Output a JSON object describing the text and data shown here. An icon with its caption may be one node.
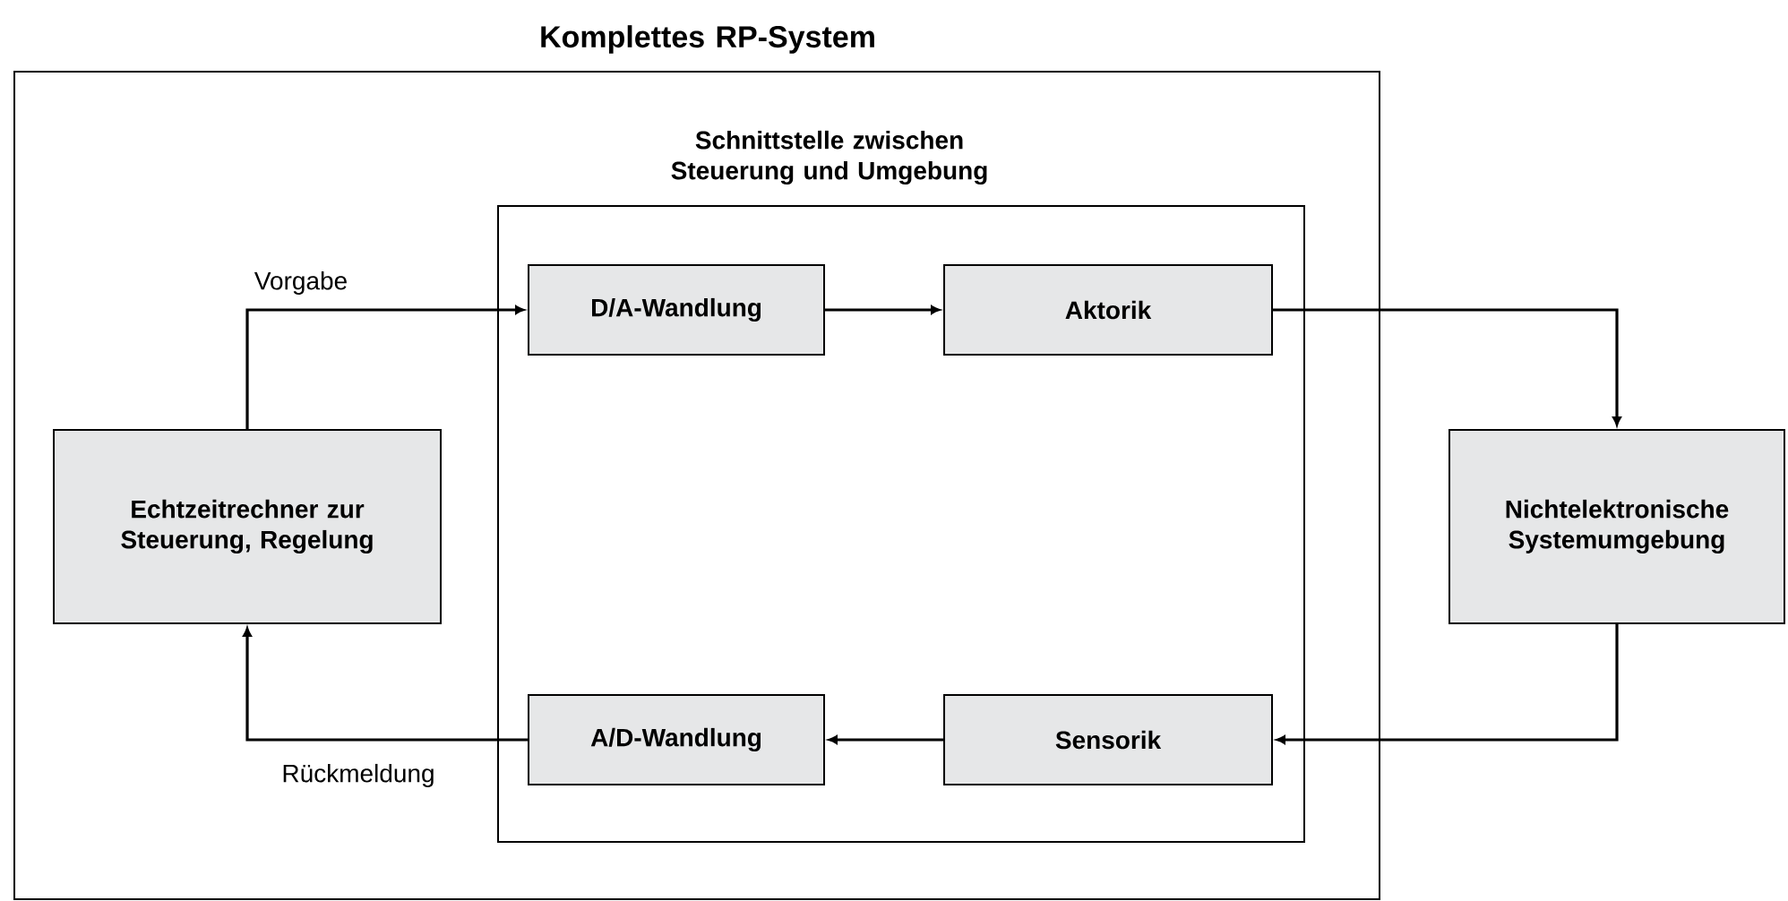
{
  "diagram": {
    "nodes": [
      {
        "text": [
          "Komplettes RP-System"
        ]
      },
      {
        "text": [
          "Schnittstelle zwischen Steuerung und Umgebung"
        ],
        "in": 0
      },
      {
        "text": [
          "Echtzeitrechner zur Steuerung, Regelung"
        ],
        "in": 0
      },
      {
        "text": [
          "D/A-Wandlung"
        ],
        "in": 1
      },
      {
        "text": [
          "Aktorik"
        ],
        "in": 1
      },
      {
        "text": [
          "A/D-Wandlung"
        ],
        "in": 1
      },
      {
        "text": [
          "Sensorik"
        ],
        "in": 1
      },
      {
        "text": [
          "Nichtelektronische Systemumgebung"
        ]
      }
    ],
    "edges": [
      {
        "from": 2,
        "to": 3,
        "arrow": "to",
        "label": "Vorgabe"
      },
      {
        "from": 3,
        "to": 4,
        "arrow": "to"
      },
      {
        "from": 4,
        "to": 7,
        "arrow": "to"
      },
      {
        "from": 7,
        "to": 6,
        "arrow": "to"
      },
      {
        "from": 6,
        "to": 5,
        "arrow": "to"
      },
      {
        "from": 5,
        "to": 2,
        "arrow": "to",
        "label": "Rückmeldung"
      }
    ]
  }
}
